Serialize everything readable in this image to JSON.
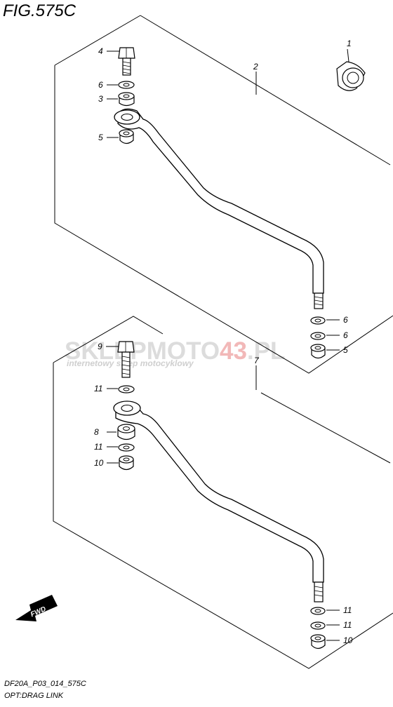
{
  "figure": {
    "title": "FIG.575C",
    "code": "DF20A_P03_014_575C",
    "name": "OPT:DRAG LINK"
  },
  "watermark": {
    "text_main": "SKLEPMOTO",
    "text_highlight": "43",
    "text_end": ".PL",
    "subtitle": "internetowy sklep motocyklowy"
  },
  "direction_badge": "FWD",
  "parts_upper": {
    "assembly": "2",
    "nut": "1",
    "bolt": "4",
    "washer_top": "6",
    "collar": "3",
    "nut_top": "5",
    "washer_end_a": "6",
    "washer_end_b": "6",
    "nut_end": "5"
  },
  "parts_lower": {
    "assembly": "7",
    "bolt": "9",
    "washer_top": "11",
    "collar": "8",
    "washer_mid": "11",
    "nut_top": "10",
    "washer_end_a": "11",
    "washer_end_b": "11",
    "nut_end": "10"
  }
}
